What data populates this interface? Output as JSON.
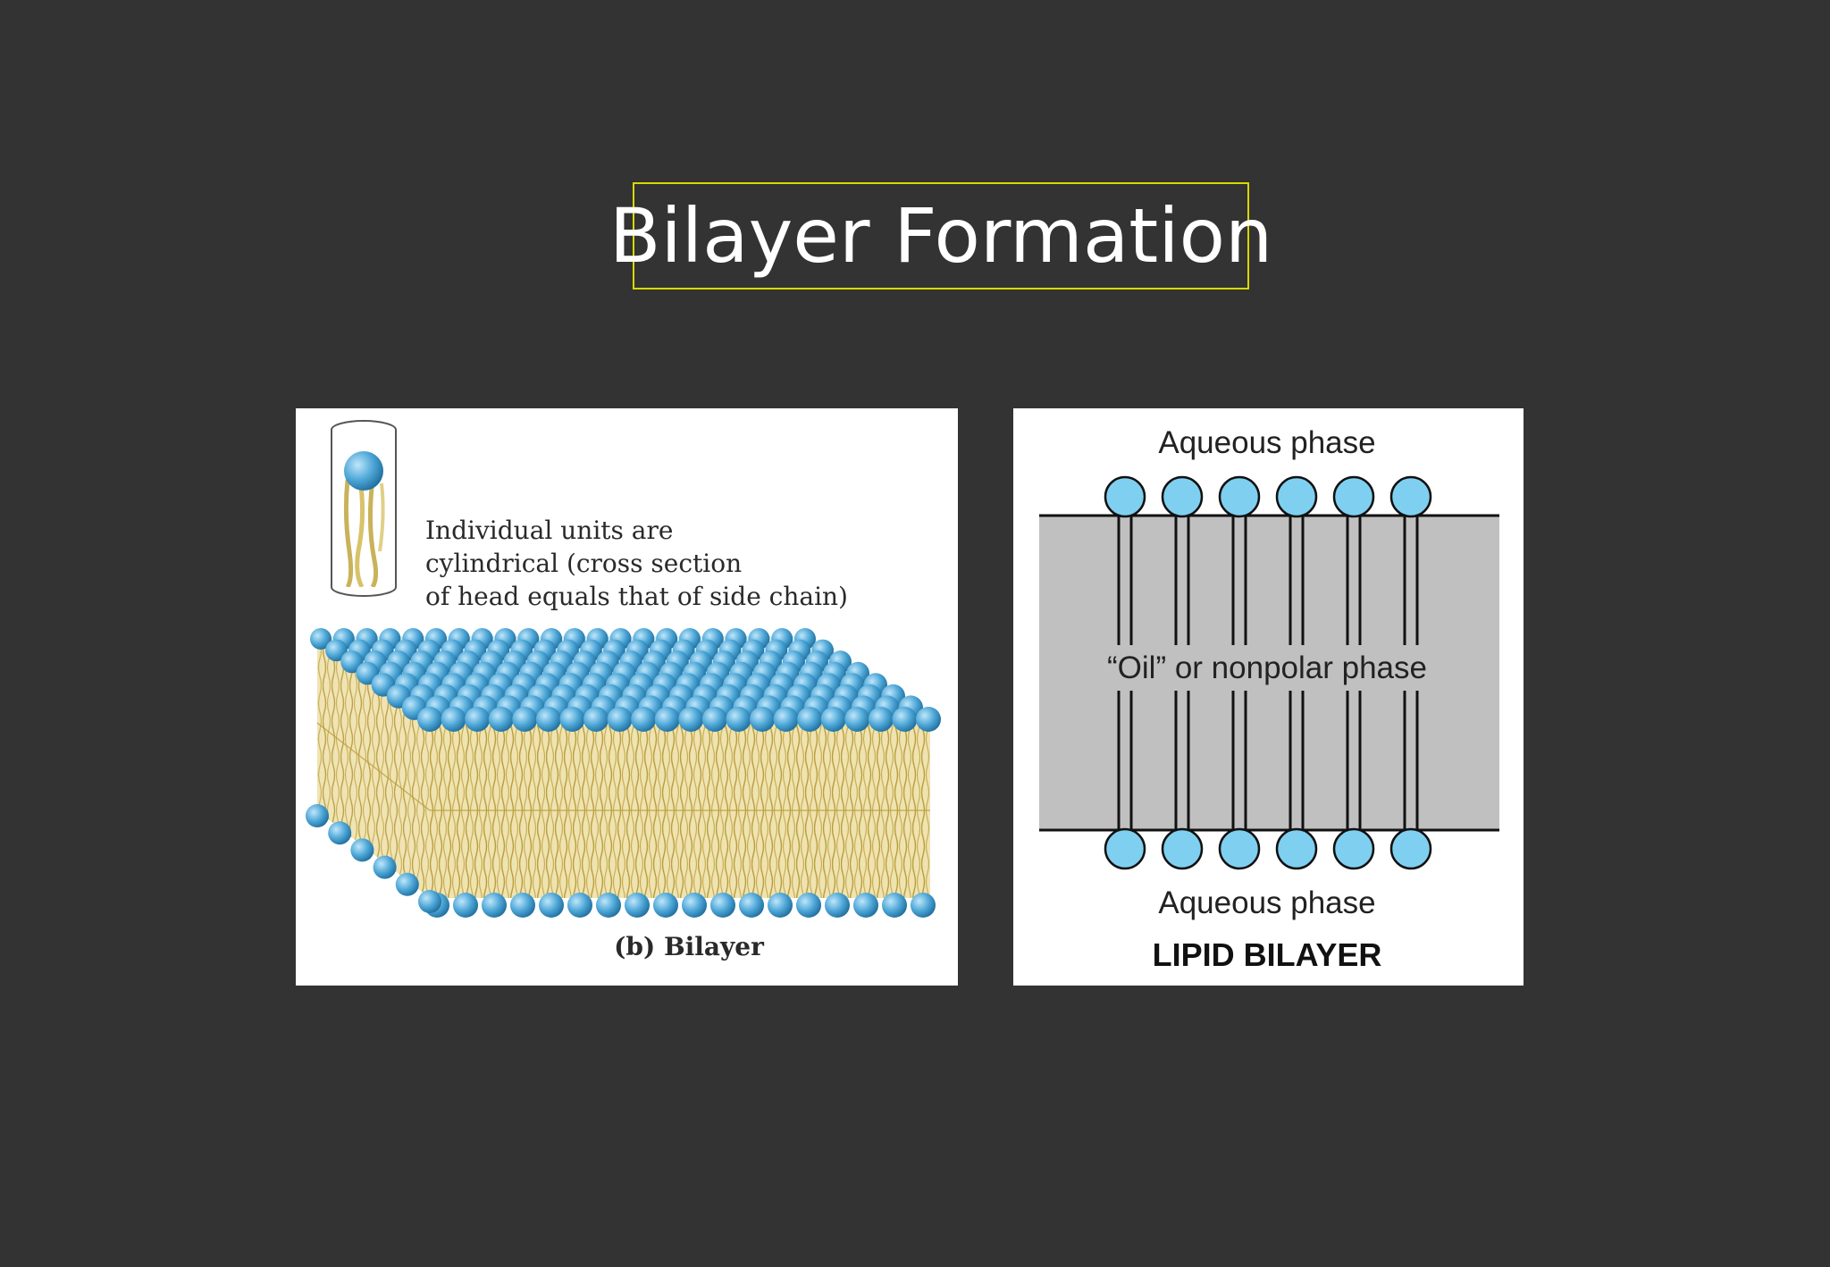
{
  "slide": {
    "title": "Bilayer Formation"
  },
  "left_figure": {
    "description_lines": [
      "Individual units are",
      "cylindrical (cross section",
      "of head equals that of side chain)"
    ],
    "caption": "(b) Bilayer",
    "head_color": "#4fa8d8",
    "tail_color": "#d8c26a"
  },
  "right_figure": {
    "top_label": "Aqueous phase",
    "middle_label": "“Oil” or nonpolar phase",
    "bottom_label": "Aqueous phase",
    "caption": "LIPID BILAYER",
    "head_color": "#7fd0f0",
    "oil_color": "#c0c0c0"
  }
}
